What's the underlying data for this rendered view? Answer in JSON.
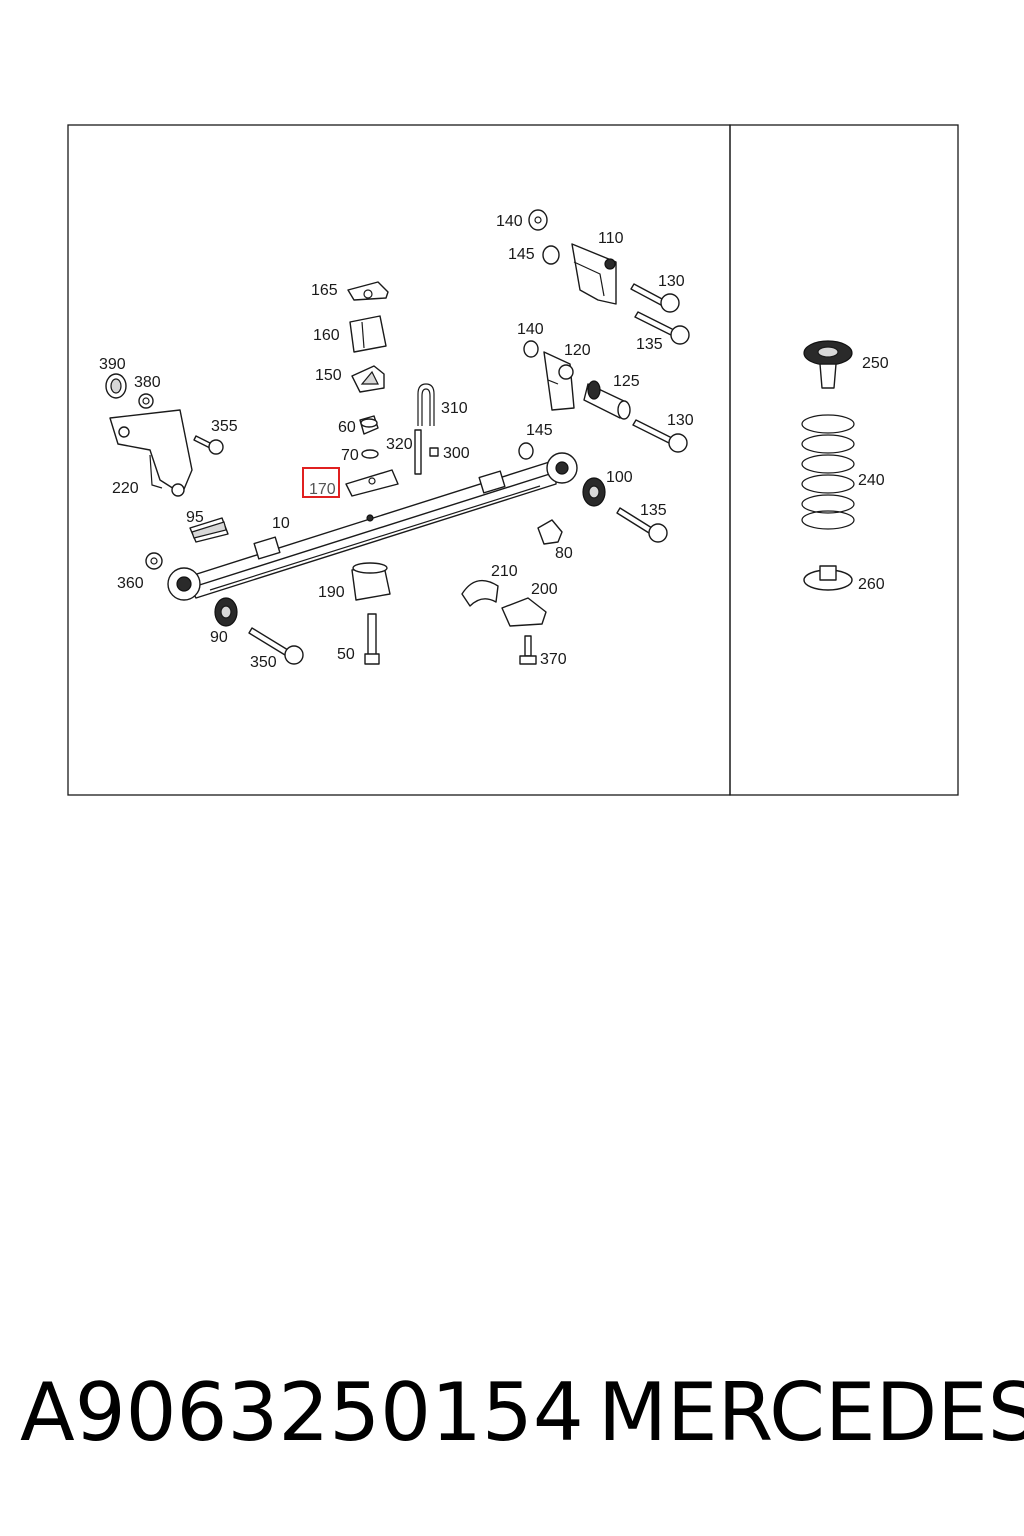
{
  "labels": {
    "l10": "10",
    "l50": "50",
    "l60": "60",
    "l70": "70",
    "l80": "80",
    "l90": "90",
    "l95": "95",
    "l100": "100",
    "l110": "110",
    "l120": "120",
    "l125": "125",
    "l130a": "130",
    "l130b": "130",
    "l135a": "135",
    "l135b": "135",
    "l140a": "140",
    "l140b": "140",
    "l145a": "145",
    "l145b": "145",
    "l150": "150",
    "l160": "160",
    "l165": "165",
    "l170": "170",
    "l190": "190",
    "l200": "200",
    "l210": "210",
    "l220": "220",
    "l240": "240",
    "l250": "250",
    "l260": "260",
    "l300": "300",
    "l310": "310",
    "l320": "320",
    "l350": "350",
    "l355": "355",
    "l360": "360",
    "l370": "370",
    "l380": "380",
    "l390": "390"
  },
  "highlighted_part": "170",
  "highlight_color": "#e02020",
  "caption": {
    "part_number": "A9063250154",
    "brand": "MERCEDES"
  }
}
